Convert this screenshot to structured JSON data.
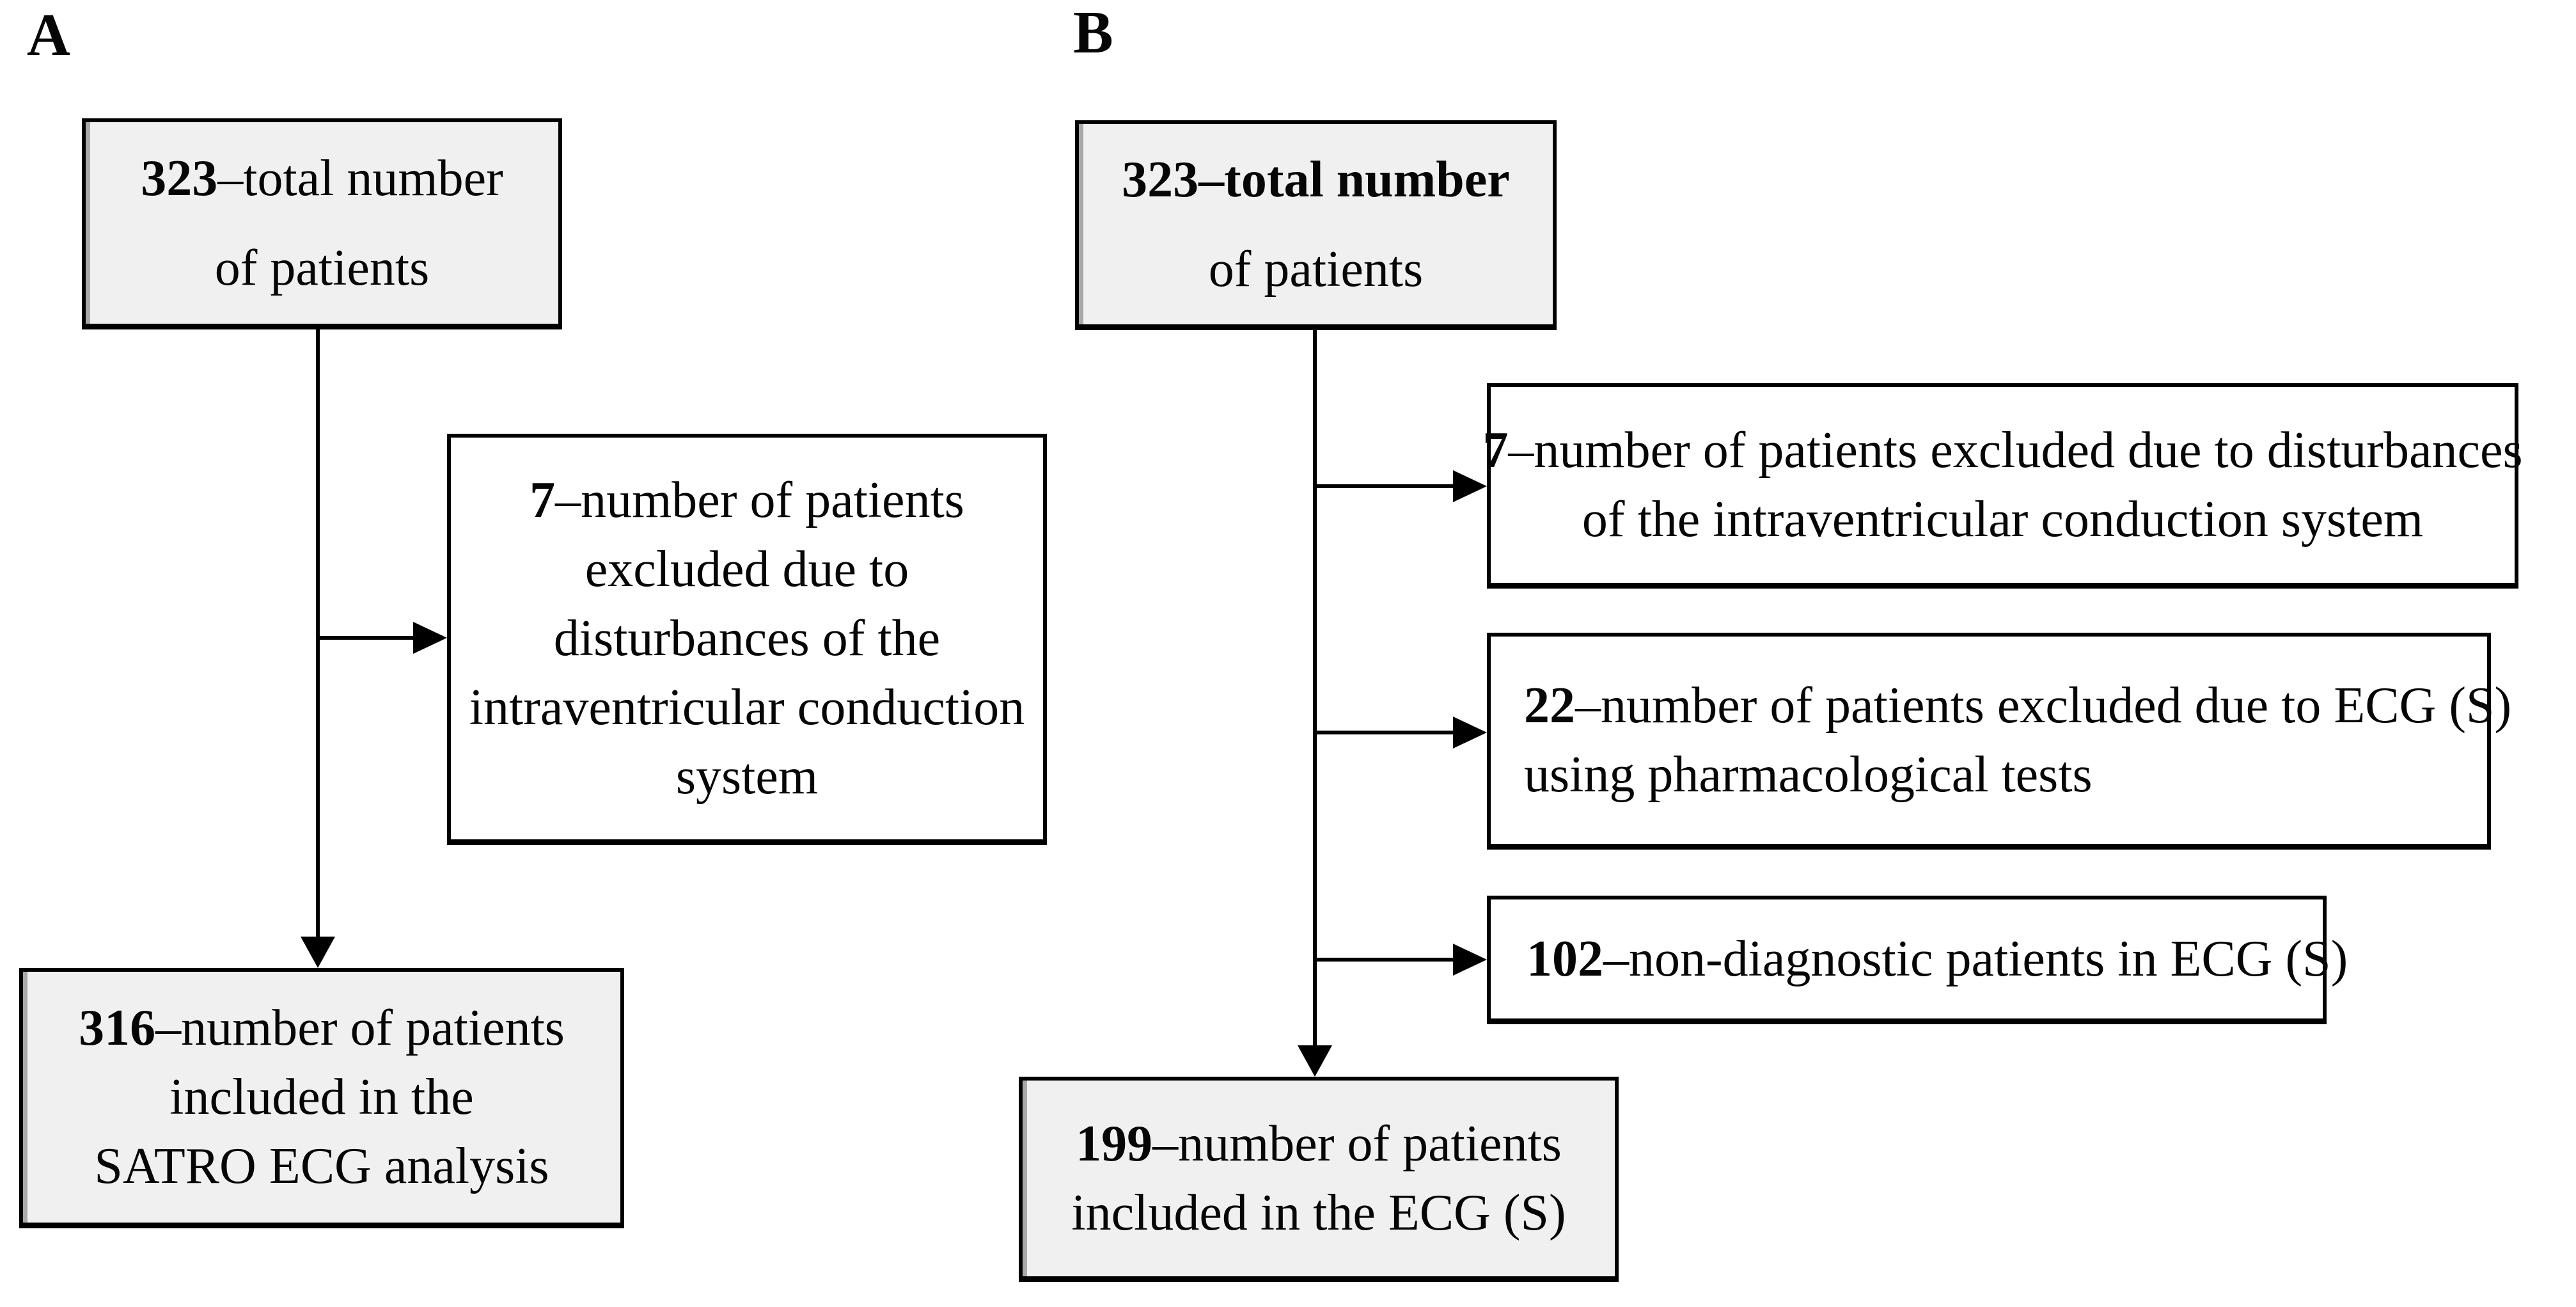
{
  "figure": {
    "description": "Two-panel patient flow diagram",
    "colors": {
      "page_background": "#ffffff",
      "shaded_box_fill": "#f0f0f0",
      "plain_box_fill": "#ffffff",
      "border_and_arrows": "#000000"
    },
    "panel_a": {
      "label": "A",
      "total_box": {
        "number": "323",
        "rest": "–total number",
        "lines": [
          "of patients"
        ]
      },
      "excluded_box": {
        "number": "7",
        "rest": "–number of patients",
        "lines": [
          "excluded due to",
          "disturbances of the",
          "intraventricular conduction",
          "system"
        ]
      },
      "included_box": {
        "number": "316",
        "rest": "–number of patients",
        "lines": [
          "included in the",
          "SATRO ECG analysis"
        ]
      }
    },
    "panel_b": {
      "label": "B",
      "total_box": {
        "bold_line": "323–total number",
        "lines": [
          "of patients"
        ]
      },
      "excluded_box_1": {
        "number": "7",
        "rest": "–number of patients excluded due to disturbances",
        "lines": [
          "of the intraventricular conduction system"
        ]
      },
      "excluded_box_2": {
        "number": "22",
        "rest": "–number of patients excluded due to ECG (S)",
        "lines": [
          "using pharmacological tests"
        ]
      },
      "excluded_box_3": {
        "number": "102",
        "rest": "–non-diagnostic patients in ECG (S)"
      },
      "included_box": {
        "number": "199",
        "rest": "–number of patients",
        "lines": [
          "included in the ECG (S)"
        ]
      }
    }
  }
}
